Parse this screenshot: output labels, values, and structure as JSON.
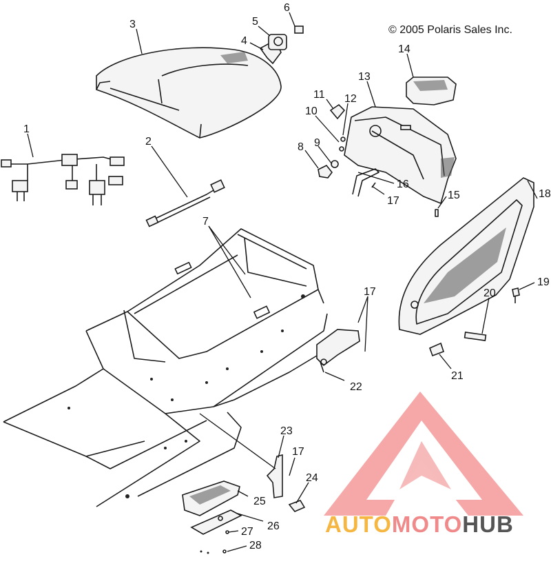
{
  "copyright": "© 2005 Polaris Sales Inc.",
  "logo": {
    "part1": "AUTO",
    "part2": "MOTO",
    "part3": "HUB",
    "colors": {
      "auto": "#f5b642",
      "moto": "#f08a8a",
      "hub": "#555555",
      "triangle": "#f07a7a"
    }
  },
  "callouts": {
    "c1": "1",
    "c2": "2",
    "c3": "3",
    "c4": "4",
    "c5": "5",
    "c6": "6",
    "c7": "7",
    "c8": "8",
    "c9": "9",
    "c10": "10",
    "c11": "11",
    "c12": "12",
    "c13": "13",
    "c14": "14",
    "c15": "15",
    "c16": "16",
    "c17a": "17",
    "c17b": "17",
    "c17c": "17",
    "c18": "18",
    "c19": "19",
    "c20": "20",
    "c21": "21",
    "c22": "22",
    "c23": "23",
    "c24": "24",
    "c25": "25",
    "c26": "26",
    "c27": "27",
    "c28": "28"
  }
}
